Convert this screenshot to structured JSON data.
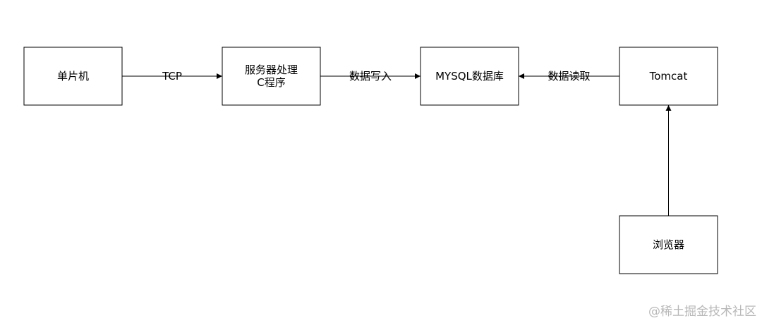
{
  "colors": {
    "stroke": "#000000",
    "fill": "#ffffff",
    "text": "#000000",
    "watermark": "#b8b8b8"
  },
  "nodes": [
    {
      "id": "mcu",
      "lines": [
        "单片机"
      ]
    },
    {
      "id": "server",
      "lines": [
        "服务器处理",
        "C程序"
      ]
    },
    {
      "id": "mysql",
      "lines": [
        "MYSQL数据库"
      ]
    },
    {
      "id": "tomcat",
      "lines": [
        "Tomcat"
      ]
    },
    {
      "id": "browser",
      "lines": [
        "浏览器"
      ]
    }
  ],
  "edges": [
    {
      "from": "mcu",
      "to": "server",
      "label": "TCP"
    },
    {
      "from": "server",
      "to": "mysql",
      "label": "数据写入"
    },
    {
      "from": "tomcat",
      "to": "mysql",
      "label": "数据读取"
    },
    {
      "from": "browser",
      "to": "tomcat",
      "label": ""
    }
  ],
  "watermark": "@稀土掘金技术社区"
}
